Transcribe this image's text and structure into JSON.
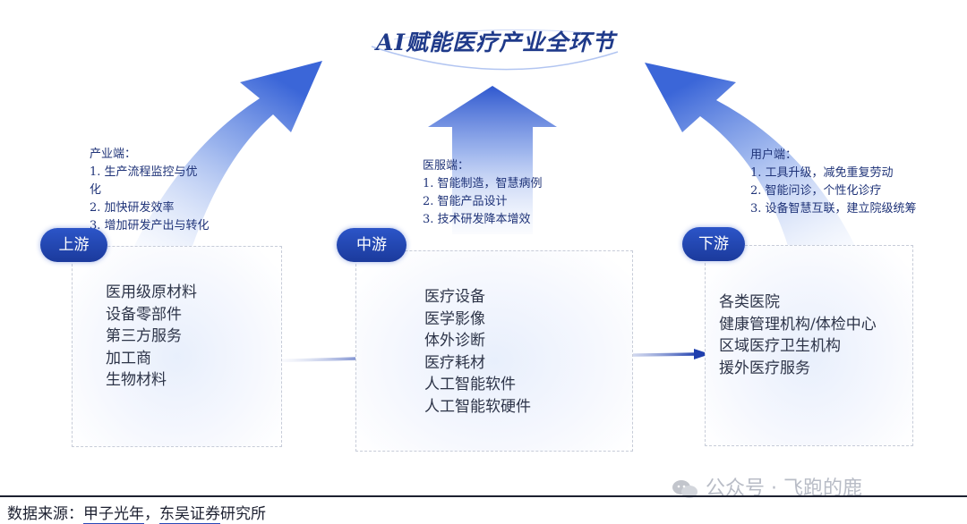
{
  "title": "AI赋能医疗产业全环节",
  "upstream": {
    "label": "上游",
    "note_heading": "产业端：",
    "note_lines": [
      "1.  生产流程监控与优",
      "化",
      "2.  加快研发效率",
      "3. 增加研发产出与转化"
    ],
    "items": [
      "医用级原材料",
      "设备零部件",
      "第三方服务",
      "加工商",
      "生物材料"
    ]
  },
  "midstream": {
    "label": "中游",
    "note_heading": "医服端：",
    "note_lines": [
      "1. 智能制造，智慧病例",
      "2. 智能产品设计",
      "3. 技术研发降本增效"
    ],
    "items": [
      "医疗设备",
      "医学影像",
      "体外诊断",
      "医疗耗材",
      "人工智能软件",
      "人工智能软硬件"
    ]
  },
  "downstream": {
    "label": "下游",
    "note_heading": "用户端：",
    "note_lines": [
      "1. 工具升级，减免重复劳动",
      "2. 智能问诊，个性化诊疗",
      "3. 设备智慧互联，建立院级统筹"
    ],
    "items": [
      "各类医院",
      "健康管理机构/体检中心",
      "区域医疗卫生机构",
      "援外医疗服务"
    ]
  },
  "source": {
    "prefix": "数据来源：",
    "org1": "甲子光年",
    "comma": "，",
    "org2": "东吴证券",
    "suffix": "研究所"
  },
  "watermark": "公众号 · 飞跑的鹿",
  "colors": {
    "accent": "#1f3a8a",
    "arrow": "#3b66d8",
    "pill": "#1b3a9c"
  }
}
